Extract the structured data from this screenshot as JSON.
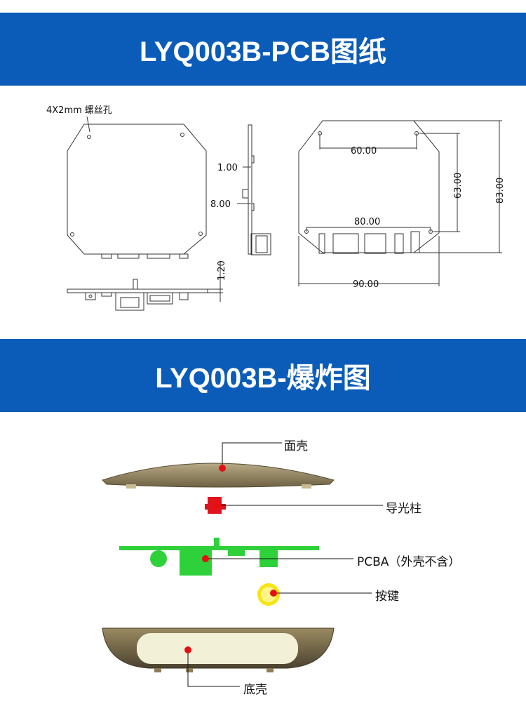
{
  "section1": {
    "title": "LYQ003B-PCB图纸"
  },
  "section2": {
    "title": "LYQ003B-爆炸图"
  },
  "pcb_drawing": {
    "screw_hole_note": "4X2mm  螺丝孔",
    "dimensions": {
      "side_offset": "1.00",
      "side_height": "8.00",
      "bottom_thickness": "1.20",
      "hole_span_top": "60.00",
      "hole_span_bottom": "80.00",
      "hole_span_vertical": "63.00",
      "board_height": "83.00",
      "board_width": "90.00"
    }
  },
  "exploded_view": {
    "parts": {
      "top_shell": "面壳",
      "light_guide": "导光柱",
      "pcba": "PCBA（外壳不含）",
      "button": "按键",
      "bottom_shell": "底壳"
    }
  }
}
